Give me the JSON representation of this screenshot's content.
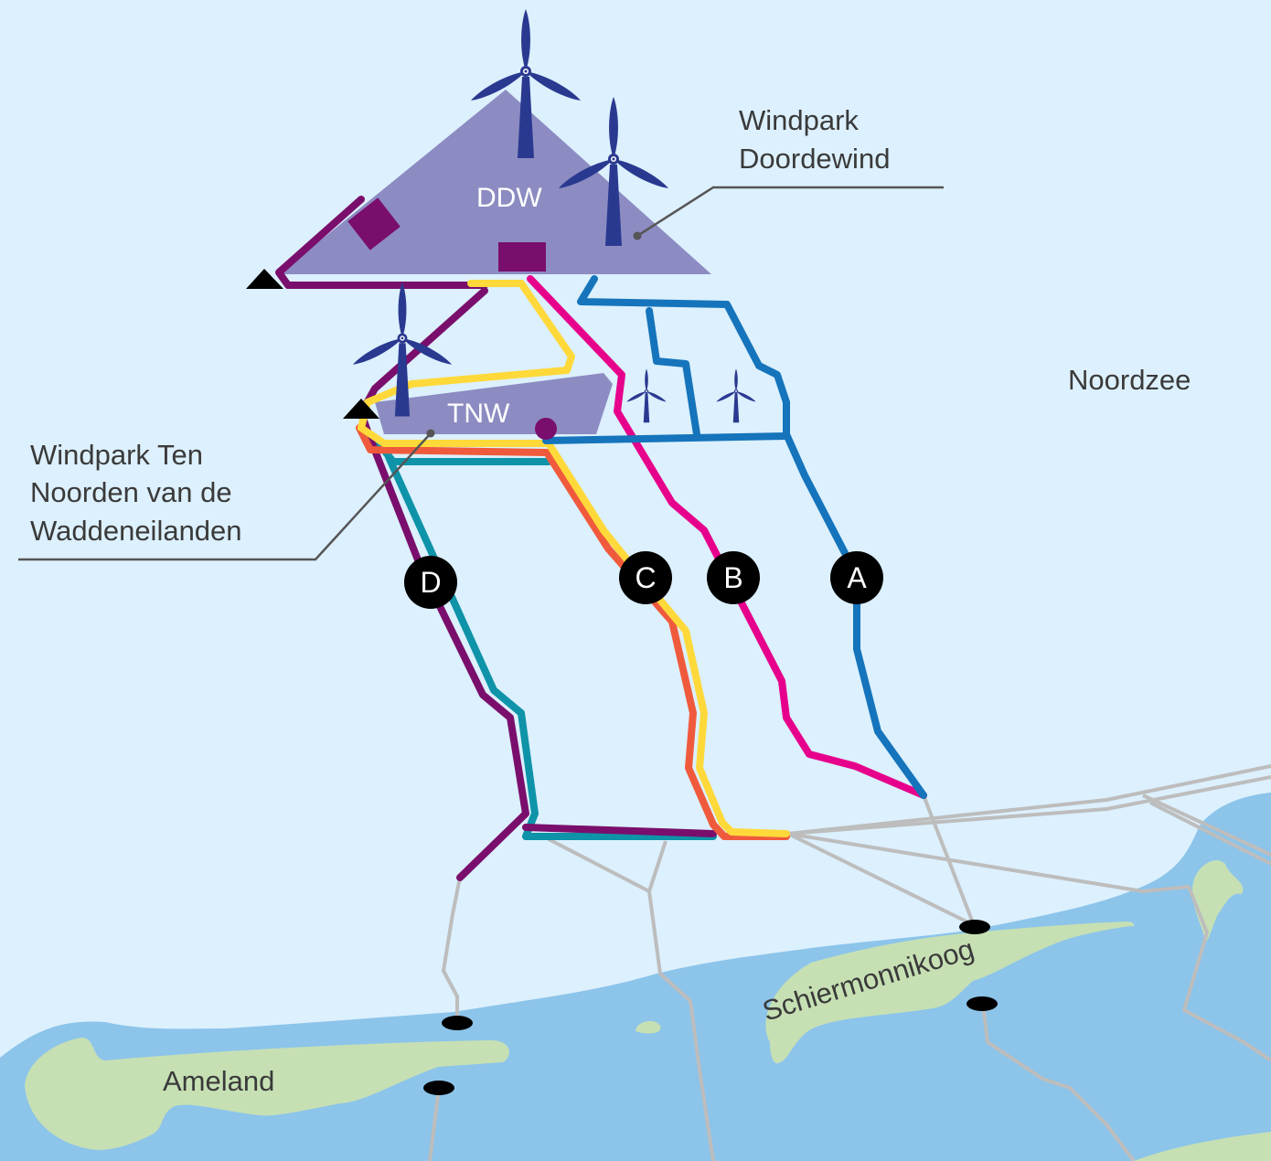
{
  "map": {
    "sea_label": "Noordzee",
    "islands": {
      "ameland": "Ameland",
      "schiermonnikoog": "Schiermonnikoog"
    },
    "windparks": {
      "ddw": {
        "code": "DDW",
        "name_line1": "Windpark",
        "name_line2": "Doordewind"
      },
      "tnw": {
        "code": "TNW",
        "name_line1": "Windpark Ten",
        "name_line2": "Noorden van de",
        "name_line3": "Waddeneilanden"
      }
    },
    "routes": [
      {
        "id": "A",
        "color": "#1574bb"
      },
      {
        "id": "B",
        "color": "#e6008c"
      },
      {
        "id": "C",
        "color": "#ffd93a"
      },
      {
        "id": "D",
        "color": "#7a0e6c"
      }
    ],
    "colors": {
      "sea": "#dcf0fd",
      "wadden": "#8cc4ea",
      "land": "#c6e0b4",
      "park": "#8c8cc2",
      "turbine": "#2a3990",
      "orange": "#f05a3c",
      "teal": "#0e93a8",
      "grid": "#bdbdbd"
    }
  }
}
